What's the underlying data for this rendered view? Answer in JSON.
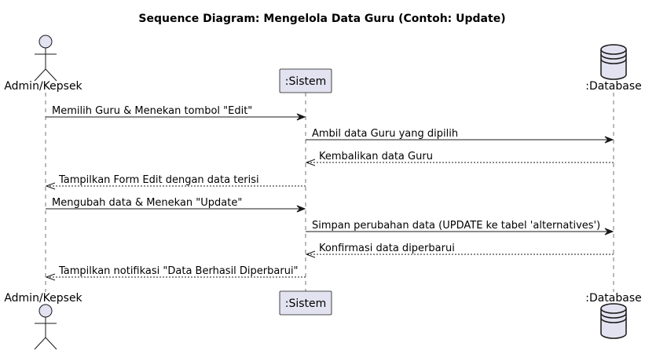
{
  "diagram": {
    "title": "Sequence Diagram: Mengelola Data Guru (Contoh: Update)",
    "participants": [
      {
        "id": "admin",
        "kind": "actor",
        "label": "Admin/Kepsek"
      },
      {
        "id": "sistem",
        "kind": "participant",
        "label": ":Sistem"
      },
      {
        "id": "database",
        "kind": "database",
        "label": ":Database"
      }
    ],
    "messages": [
      {
        "from": "admin",
        "to": "sistem",
        "style": "sync",
        "label": "Memilih Guru & Menekan tombol \"Edit\""
      },
      {
        "from": "sistem",
        "to": "database",
        "style": "sync",
        "label": "Ambil data Guru yang dipilih"
      },
      {
        "from": "database",
        "to": "sistem",
        "style": "return",
        "label": "Kembalikan data Guru"
      },
      {
        "from": "sistem",
        "to": "admin",
        "style": "return",
        "label": "Tampilkan Form Edit dengan data terisi"
      },
      {
        "from": "admin",
        "to": "sistem",
        "style": "sync",
        "label": "Mengubah data & Menekan \"Update\""
      },
      {
        "from": "sistem",
        "to": "database",
        "style": "sync",
        "label": "Simpan perubahan data (UPDATE ke tabel 'alternatives')"
      },
      {
        "from": "database",
        "to": "sistem",
        "style": "return",
        "label": "Konfirmasi data diperbarui"
      },
      {
        "from": "sistem",
        "to": "admin",
        "style": "return",
        "label": "Tampilkan notifikasi \"Data Berhasil Diperbarui\""
      }
    ],
    "colors": {
      "participant_fill": "#E2E2F0",
      "participant_stroke": "#181818",
      "line": "#181818",
      "text": "#000000",
      "background": "#FFFFFF"
    }
  }
}
